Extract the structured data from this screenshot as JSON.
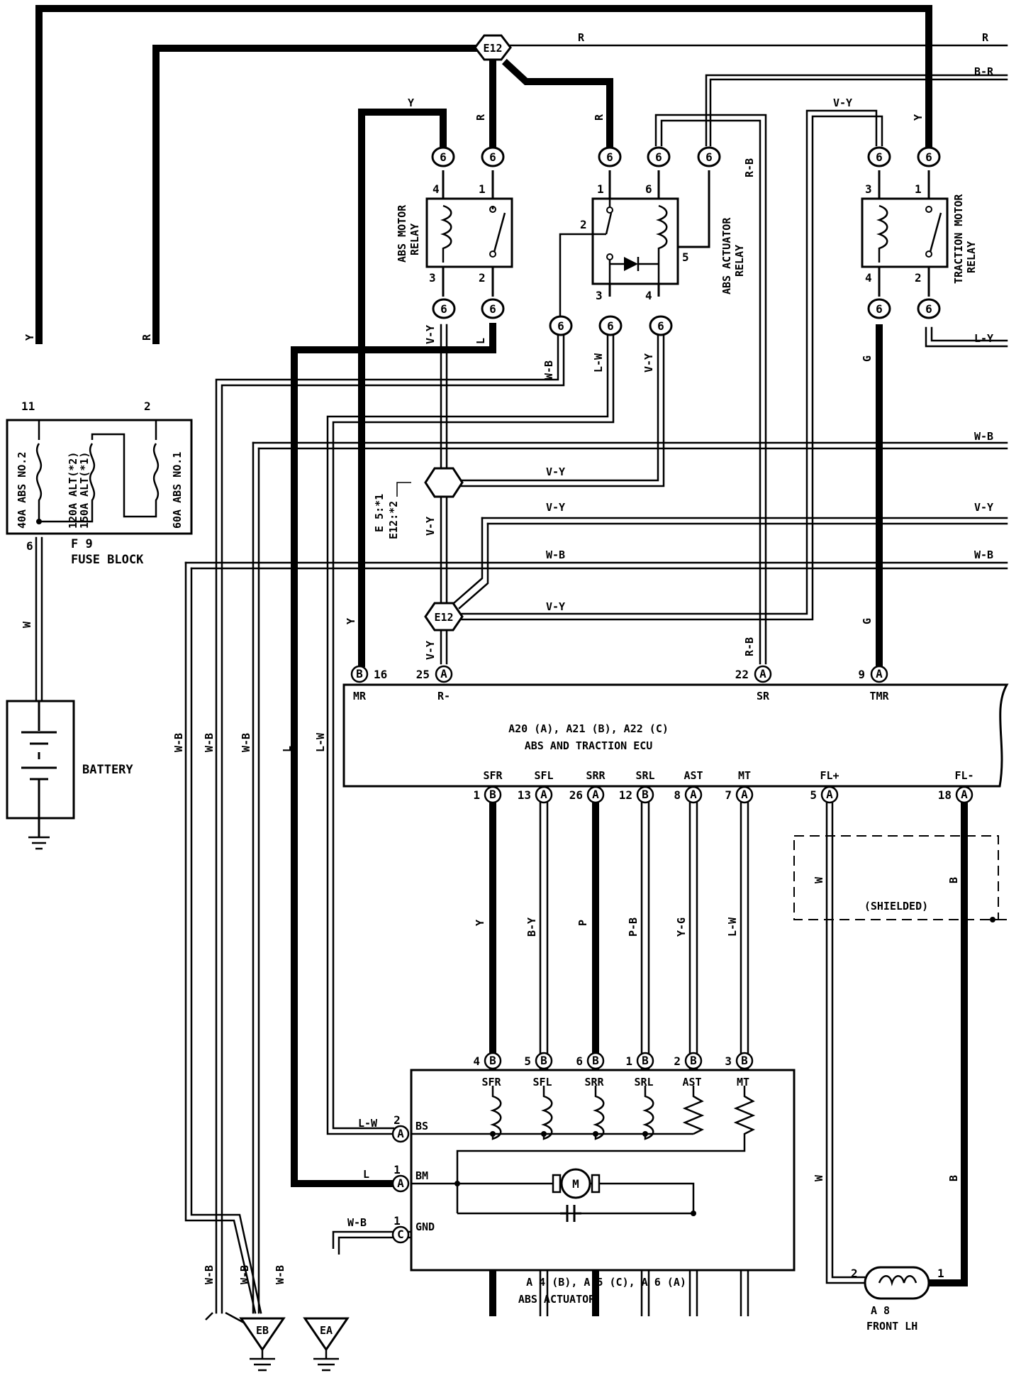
{
  "colors": {
    "wire": "#000000",
    "background": "#ffffff"
  },
  "connectors": {
    "e12": "E12",
    "c6": "6",
    "eb": "EB",
    "ea": "EA",
    "split_note_1": "E 5:*1",
    "split_note_2": "E12:*2"
  },
  "wire_colors": {
    "y": "Y",
    "r": "R",
    "br": "B-R",
    "rb": "R-B",
    "vy": "V-Y",
    "wb": "W-B",
    "lw": "L-W",
    "l": "L",
    "ly": "L-Y",
    "g": "G",
    "w": "W",
    "b": "B",
    "by": "B-Y",
    "p": "P",
    "pb": "P-B",
    "yg": "Y-G"
  },
  "fuse_block": {
    "name": "F 9",
    "label": "FUSE BLOCK",
    "pin_11": "11",
    "pin_2": "2",
    "pin_6": "6",
    "fuse1": "40A ABS NO.2",
    "fuse2a": "120A ALT(*2)",
    "fuse2b": "150A ALT(*1)",
    "fuse3": "60A ABS NO.1"
  },
  "battery": {
    "label": "BATTERY"
  },
  "relays": {
    "abs_motor": {
      "line1": "ABS MOTOR",
      "line2": "RELAY",
      "p4": "4",
      "p1": "1",
      "p3": "3",
      "p2": "2"
    },
    "abs_actuator": {
      "line1": "ABS ACTUATOR",
      "line2": "RELAY",
      "p1": "1",
      "p6": "6",
      "p2": "2",
      "p5": "5",
      "p3": "3",
      "p4": "4"
    },
    "traction_motor": {
      "line1": "TRACTION MOTOR",
      "line2": "RELAY",
      "p3": "3",
      "p1": "1",
      "p4": "4",
      "p2": "2"
    }
  },
  "ecu": {
    "connectors_line": "A20 (A), A21 (B), A22 (C)",
    "name": "ABS AND TRACTION ECU",
    "top_pins": [
      {
        "num": "16",
        "conn": "B",
        "label": "MR"
      },
      {
        "num": "25",
        "conn": "A",
        "label": "R-"
      },
      {
        "num": "22",
        "conn": "A",
        "label": "SR"
      },
      {
        "num": "9",
        "conn": "A",
        "label": "TMR"
      }
    ],
    "bottom_pins": [
      {
        "num": "1",
        "conn": "B",
        "label": "SFR"
      },
      {
        "num": "13",
        "conn": "A",
        "label": "SFL"
      },
      {
        "num": "26",
        "conn": "A",
        "label": "SRR"
      },
      {
        "num": "12",
        "conn": "B",
        "label": "SRL"
      },
      {
        "num": "8",
        "conn": "A",
        "label": "AST"
      },
      {
        "num": "7",
        "conn": "A",
        "label": "MT"
      },
      {
        "num": "5",
        "conn": "A",
        "label": "FL+"
      },
      {
        "num": "18",
        "conn": "A",
        "label": "FL-"
      }
    ]
  },
  "shielded": "(SHIELDED)",
  "actuator": {
    "name": "ABS ACTUATOR",
    "connectors_line": "A 4 (B), A 5 (C), A 6 (A)",
    "top_pins": [
      {
        "num": "4",
        "conn": "B",
        "label": "SFR"
      },
      {
        "num": "5",
        "conn": "B",
        "label": "SFL"
      },
      {
        "num": "6",
        "conn": "B",
        "label": "SRR"
      },
      {
        "num": "1",
        "conn": "B",
        "label": "SRL"
      },
      {
        "num": "2",
        "conn": "B",
        "label": "AST"
      },
      {
        "num": "3",
        "conn": "B",
        "label": "MT"
      }
    ],
    "side_pins": [
      {
        "num": "2",
        "conn": "A",
        "label": "BS"
      },
      {
        "num": "1",
        "conn": "A",
        "label": "BM"
      },
      {
        "num": "1",
        "conn": "C",
        "label": "GND"
      }
    ],
    "motor": "M"
  },
  "sensor": {
    "name": "A 8",
    "label": "FRONT LH",
    "p1": "1",
    "p2": "2"
  }
}
